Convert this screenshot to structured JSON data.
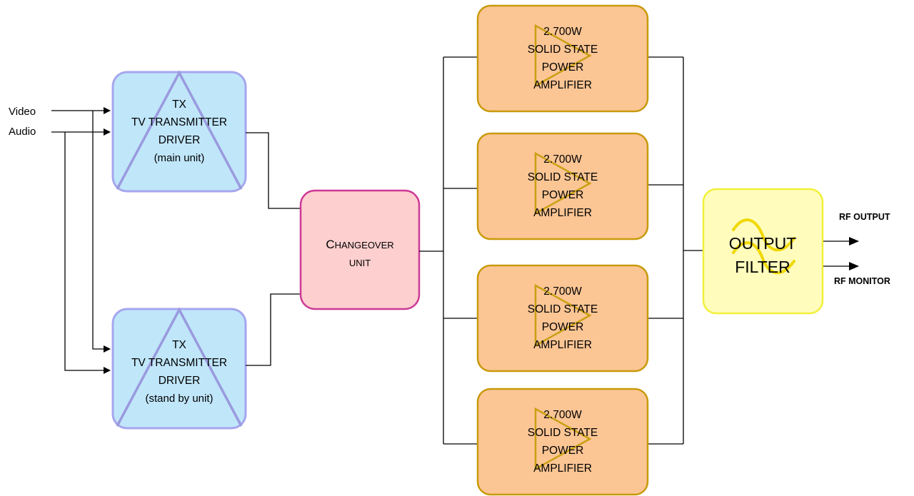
{
  "colors": {
    "driver_fill": "#c0e6fa",
    "driver_stroke": "#a6a6ee",
    "driver_triangle": "#9a9ade",
    "changeover_fill": "#fecfcf",
    "changeover_stroke": "#cc3a96",
    "amp_fill": "#fbc594",
    "amp_stroke": "#c99a0c",
    "amp_triangle": "#c8a010",
    "filter_fill": "#fffcbc",
    "filter_stroke": "#f2f03a",
    "filter_symbol": "#f0d800",
    "wire": "#000000"
  },
  "inputs": {
    "video": "Video",
    "audio": "Audio"
  },
  "drivers": [
    {
      "line1": "TX",
      "line2": "TV TRANSMITTER",
      "line3": "DRIVER",
      "line4": "(main unit)",
      "triangle_icon": "amplifier-triangle-icon"
    },
    {
      "line1": "TX",
      "line2": "TV TRANSMITTER",
      "line3": "DRIVER",
      "line4": "(stand by unit)",
      "triangle_icon": "amplifier-triangle-icon"
    }
  ],
  "changeover": {
    "cap": "C",
    "rest": "HANGEOVER",
    "line2": "UNIT"
  },
  "amplifiers": [
    {
      "line1": "2.700W",
      "line2": "SOLID STATE",
      "line3": "POWER",
      "line4": "AMPLIFIER"
    },
    {
      "line1": "2.700W",
      "line2": "SOLID STATE",
      "line3": "POWER",
      "line4": "AMPLIFIER"
    },
    {
      "line1": "2.700W",
      "line2": "SOLID STATE",
      "line3": "POWER",
      "line4": "AMPLIFIER"
    },
    {
      "line1": "2.700W",
      "line2": "SOLID STATE",
      "line3": "POWER",
      "line4": "AMPLIFIER"
    }
  ],
  "filter": {
    "line1": "OUTPUT",
    "line2": "FILTER",
    "symbol_icon": "filter-wave-icon"
  },
  "outputs": {
    "rf_output": "RF OUTPUT",
    "rf_monitor": "RF MONITOR"
  }
}
